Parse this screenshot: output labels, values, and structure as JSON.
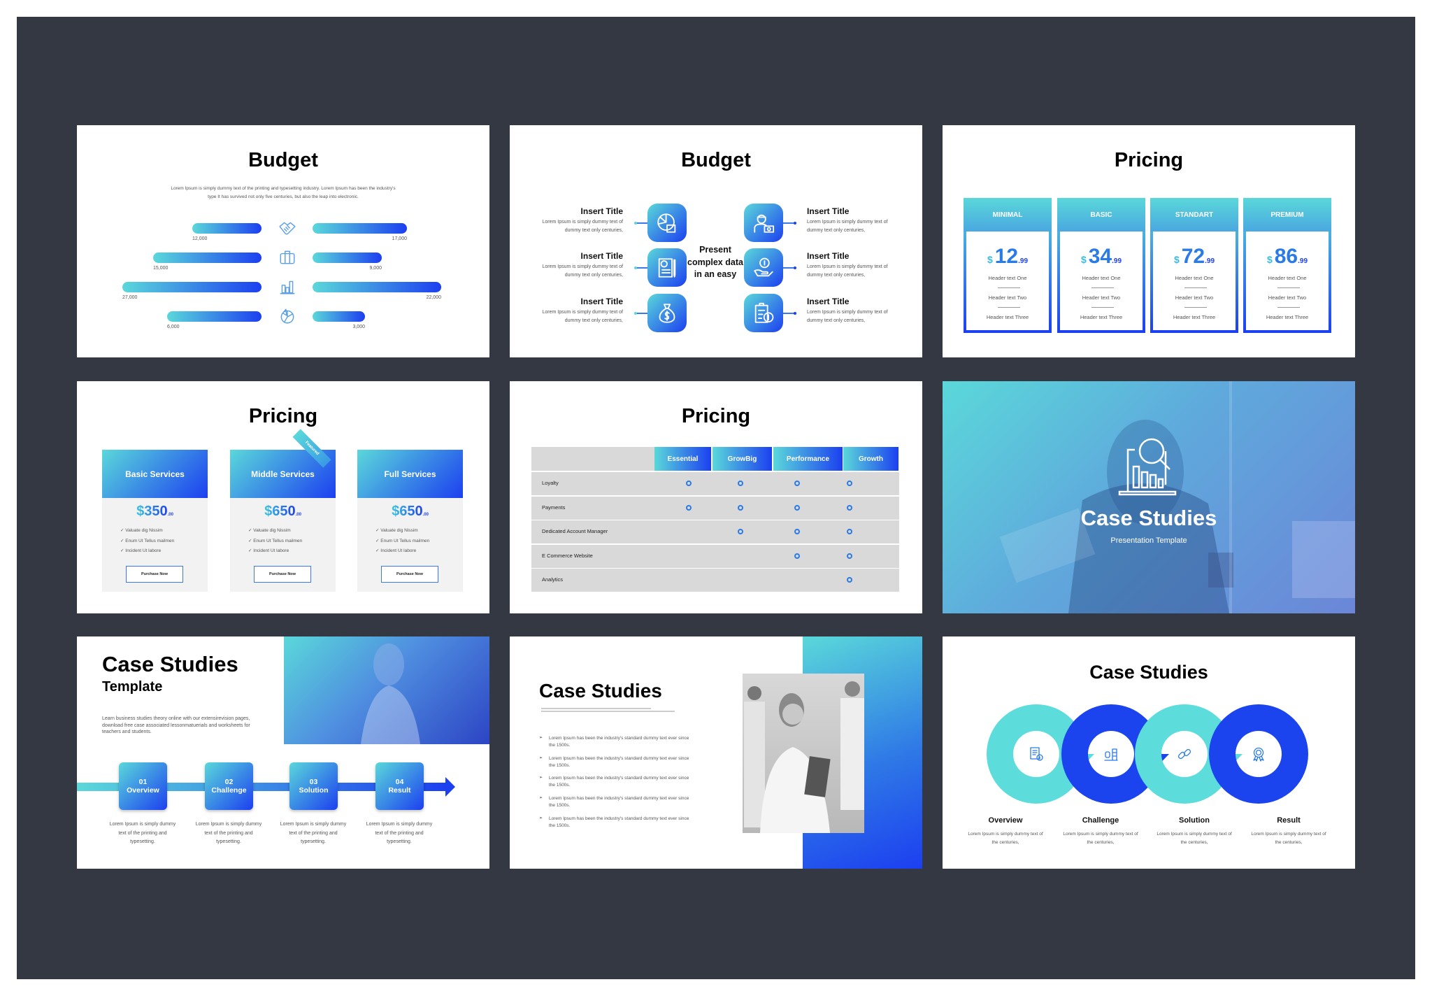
{
  "colors": {
    "frame": "#343842",
    "accent_start": "#5ad8da",
    "accent_end": "#1c3ff0",
    "ring_teal": "#5ddcdc",
    "ring_blue": "#1b44ee"
  },
  "budget1": {
    "title": "Budget",
    "description": "Lorem Ipsum is simply dummy text of the printing and typesetting industry. Lorem Ipsum has been the industry's type It has survived not only five centuries, but also the leap into electronic.",
    "rows": [
      {
        "icon": "handshake-icon",
        "left": "12,000",
        "right": "17,000"
      },
      {
        "icon": "briefcase-icon",
        "left": "15,000",
        "right": "9,000"
      },
      {
        "icon": "bar-chart-icon",
        "left": "27,000",
        "right": "22,000"
      },
      {
        "icon": "pie-chart-icon",
        "left": "6,000",
        "right": "3,000"
      }
    ]
  },
  "budget2": {
    "title": "Budget",
    "center_text": "Present complex data in an easy",
    "items": [
      {
        "title": "Insert Title",
        "text": "Lorem Ipsum is simply dummy text of dummy text only centuries,",
        "icon": "pie-chart-money-icon"
      },
      {
        "title": "Insert Title",
        "text": "Lorem Ipsum is simply dummy text of dummy text only centuries,",
        "icon": "invoice-icon"
      },
      {
        "title": "Insert Title",
        "text": "Lorem Ipsum is simply dummy text of dummy text only centuries,",
        "icon": "money-bag-icon"
      },
      {
        "title": "Insert Title",
        "text": "Lorem Ipsum is simply dummy text of dummy text only centuries,",
        "icon": "worker-payment-icon"
      },
      {
        "title": "Insert Title",
        "text": "Lorem Ipsum is simply dummy text of dummy text only centuries,",
        "icon": "hand-coin-icon"
      },
      {
        "title": "Insert Title",
        "text": "Lorem Ipsum is simply dummy text of dummy text only centuries,",
        "icon": "clipboard-dollar-icon"
      }
    ]
  },
  "pricing1": {
    "title": "Pricing",
    "plans": [
      {
        "name": "MINIMAL",
        "currency": "$",
        "amount": "12",
        "cents": ".99"
      },
      {
        "name": "BASIC",
        "currency": "$",
        "amount": "34",
        "cents": ".99"
      },
      {
        "name": "STANDART",
        "currency": "$",
        "amount": "72",
        "cents": ".99"
      },
      {
        "name": "PREMIUM",
        "currency": "$",
        "amount": "86",
        "cents": ".99"
      }
    ],
    "features": [
      "Header text One",
      "Header text Two",
      "Header text Three"
    ]
  },
  "pricing2": {
    "title": "Pricing",
    "ribbon": "Featured",
    "plans": [
      {
        "name": "Basic Services",
        "price": "$350",
        "cents": ".00"
      },
      {
        "name": "Middle Services",
        "price": "$650",
        "cents": ".00"
      },
      {
        "name": "Full Services",
        "price": "$650",
        "cents": ".00"
      }
    ],
    "features": [
      "Valuate dig Nissim",
      "Enum Ut Tellus mailmen",
      "Incident Ut labore"
    ],
    "button": "Purchase Now"
  },
  "pricing3": {
    "title": "Pricing",
    "columns": [
      "Essential",
      "GrowBig",
      "Performance",
      "Growth"
    ],
    "rows": [
      {
        "label": "Loyalty",
        "included": [
          true,
          true,
          true,
          true
        ]
      },
      {
        "label": "Payments",
        "included": [
          true,
          true,
          true,
          true
        ]
      },
      {
        "label": "Dedicated Account Manager",
        "included": [
          false,
          true,
          true,
          true
        ]
      },
      {
        "label": "E Commerce Website",
        "included": [
          false,
          false,
          true,
          true
        ]
      },
      {
        "label": "Analytics",
        "included": [
          false,
          false,
          false,
          true
        ]
      }
    ]
  },
  "cover": {
    "title": "Case Studies",
    "subtitle": "Presentation Template",
    "icon": "analytics-search-icon"
  },
  "case1": {
    "title": "Case Studies",
    "subtitle": "Template",
    "description": "Learn business studies theory online with our extensirevision pages, download free case associated lessonmatuerials and worksheets for teachers and students.",
    "steps": [
      {
        "num": "01",
        "label": "Overview",
        "text": "Lorem Ipsum is simply dummy text of the printing and typesetting."
      },
      {
        "num": "02",
        "label": "Challenge",
        "text": "Lorem Ipsum is simply dummy text of the printing and typesetting."
      },
      {
        "num": "03",
        "label": "Solution",
        "text": "Lorem Ipsum is simply dummy text of the printing and typesetting."
      },
      {
        "num": "04",
        "label": "Result",
        "text": "Lorem Ipsum is simply dummy text of the printing and typesetting."
      }
    ]
  },
  "case2": {
    "title": "Case Studies",
    "bullets": [
      "Lorem Ipsum has been the industry's standard dummy text ever since the 1500s.",
      "Lorem Ipsum has been the industry's standard dummy text ever since the 1500s.",
      "Lorem Ipsum has been the industry's standard dummy text ever since the 1500s.",
      "Lorem Ipsum has been the industry's standard dummy text ever since the 1500s.",
      "Lorem Ipsum has been the industry's standard dummy text ever since the 1500s."
    ]
  },
  "case3": {
    "title": "Case Studies",
    "steps": [
      {
        "label": "Overview",
        "text": "Lorem Ipsum is simply dummy text of the centuries,",
        "icon": "document-info-icon"
      },
      {
        "label": "Challenge",
        "text": "Lorem Ipsum is simply dummy text of the centuries,",
        "icon": "office-desk-icon"
      },
      {
        "label": "Solution",
        "text": "Lorem Ipsum is simply dummy text of the centuries,",
        "icon": "chain-link-icon"
      },
      {
        "label": "Result",
        "text": "Lorem Ipsum is simply dummy text of the centuries,",
        "icon": "award-badge-icon"
      }
    ]
  }
}
